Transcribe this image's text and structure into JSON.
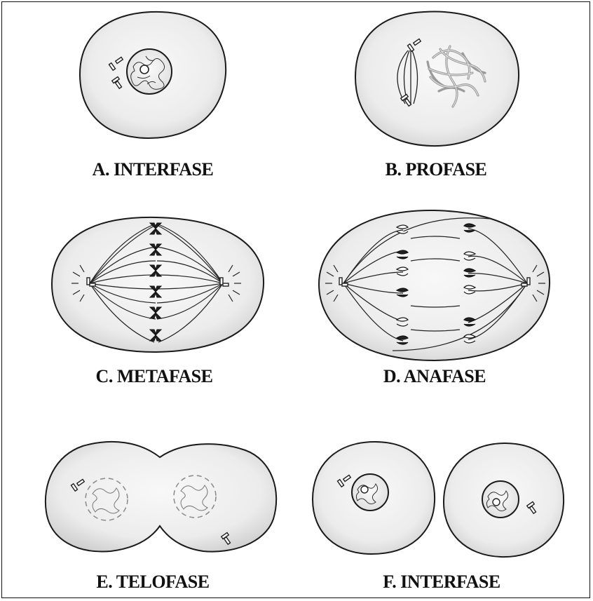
{
  "stages": [
    {
      "id": "a",
      "label": "A. INTERFASE"
    },
    {
      "id": "b",
      "label": "B. PROFASE"
    },
    {
      "id": "c",
      "label": "C. METAFASE"
    },
    {
      "id": "d",
      "label": "D. ANAFASE"
    },
    {
      "id": "e",
      "label": "E. TELOFASE"
    },
    {
      "id": "f",
      "label": "F. INTERFASE"
    }
  ],
  "colors": {
    "outline": "#1a1a1a",
    "cytoplasm_center": "#f7f7f7",
    "cytoplasm_edge": "#d2d2d2",
    "chromatin": "#333333",
    "prophase_chromatin": "#9a9a9a"
  }
}
